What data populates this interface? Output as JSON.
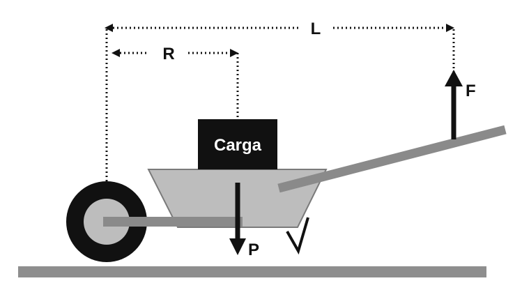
{
  "labels": {
    "length_L": "L",
    "length_R": "R",
    "force_F": "F",
    "weight_P": "P",
    "load": "Carga"
  },
  "colors": {
    "ground": "#8e8e8e",
    "bin": "#bdbdbd",
    "bin_outline": "#7a7a7a",
    "handle": "#8a8a8a",
    "tire": "#111111",
    "hub": "#bdbdbd",
    "load_box": "#111111",
    "arrows": "#111111"
  }
}
